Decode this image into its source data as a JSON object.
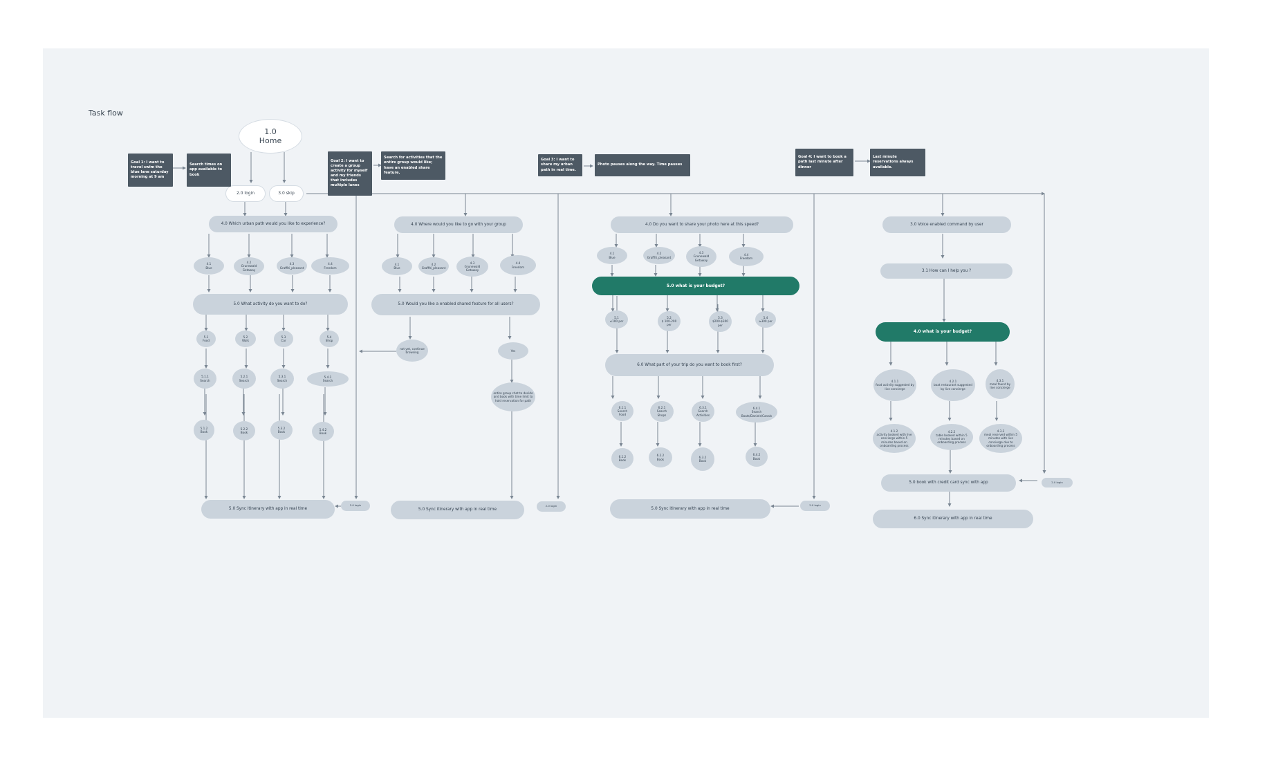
{
  "board": {
    "title": "Task flow"
  },
  "home": {
    "label": "1.0\nHome"
  },
  "goals": {
    "goal1": "Goal 1: I want to travel swim the blue lane saturday morning at 9 am",
    "goal1_note": "Search times on app available to book",
    "goal2": "Goal 2: I want to create a group activity for myself and my friends that includes multiple lanes",
    "goal2_note": "Search for activities that the entire group would like; have an enabled share feature.",
    "goal3": "Goal 3: I want to share my urban path in real time.",
    "goal3_note": "Photo pauses along the way. Time pauses",
    "goal4": "Goal 4: I want to book a path last minute after dinner",
    "goal4_note": "Last minute reservations always available."
  },
  "entry": {
    "login": "2.0 login",
    "skip": "3.0 skip"
  },
  "flow1": {
    "question": "4.0 Which urban path would you like to experience?",
    "paths": [
      "4.1\nBlue",
      "4.2\nGrunewald Getaway",
      "4.3\nGraffiti_pleasant",
      "4.4\nFreedom"
    ],
    "activity": "5.0 What activity do you want to do?",
    "activities": [
      "5.1\nFood",
      "5.2\nWalk",
      "5.3\nCar",
      "5.4\nShop"
    ],
    "search": [
      "5.1.1\nSearch",
      "5.2.1\nSearch",
      "5.3.1\nSearch",
      "5.4.1\nSearch"
    ],
    "book": [
      "5.1.2\nBook",
      "5.2.2\nBook",
      "5.3.2\nBook",
      "5.4.2\nBook"
    ],
    "sync": "5.0 Sync itinerary with app in real time",
    "login_tag": "2.0 login"
  },
  "flow2": {
    "question": "4.0 Where would you like to go with your group",
    "paths": [
      "4.1\nBlue",
      "4.2\nGraffiti_pleasant",
      "4.3\nGrunewald Getaway",
      "4.4\nFreedom"
    ],
    "share": "5.0 Would you like a enabled shared feature for all users?",
    "not_yet": "not yet, continue browsing",
    "yes": "Yes",
    "group_chat": "entire group chat to decide and book with time limit to hold reservation for path",
    "sync": "5.0 Sync itinerary with app in real time",
    "login_tag": "2.0 login"
  },
  "flow3": {
    "question": "4.0 Do you want to share your photo here at this speed?",
    "paths": [
      "4.1\nBlue",
      "4.2\nGraffiti_pleasant",
      "4.3\nGrunewald Getaway",
      "4.4\nFreedom"
    ],
    "budget": "5.0 what is your budget?",
    "budgets": [
      "5.1\n≤100 per",
      "5.2\n$ 100-200 per",
      "5.3\n$200-$300 per",
      "5.4\n≥300 per"
    ],
    "first": "6.0 What part of your trip do you want to book first?",
    "options": [
      "6.1.1\nSearch\nFood",
      "6.2.1\nSearch\nShops",
      "6.3.1\nSearch\nActivities",
      "6.4.1\nSearch\nBoats/Daniels/Canals"
    ],
    "book": [
      "6.1.2\nBook",
      "6.2.2\nBook",
      "6.3.2\nBook",
      "6.4.2\nBook"
    ],
    "sync": "5.0 Sync itinerary with app in real time",
    "login_tag": "2.0 login"
  },
  "flow4": {
    "voice": "3.0 Voice enabled command by user",
    "help": "3.1 How can I help you ?",
    "budget": "4.0  what is your budget?",
    "suggest": [
      "4.1.1\nfood activity suggested by live concierge",
      "4.2.1\nboat restaurant suggested by live concierge",
      "4.3.1\nmeal found by live concierge"
    ],
    "book": [
      "4.1.2\nactivity booked with live concierge within 5 minutes based on onboarding process",
      "4.2.2\ntable booked within 5 minutes based on onboarding process",
      "4.3.2\nmeal reserved within 5 minutes with live concierge due to onboarding process"
    ],
    "pay": "5.0 book with credit card sync with app",
    "sync": "6.0 Sync itinerary with app in real time",
    "login_tag": "2.0 login"
  }
}
